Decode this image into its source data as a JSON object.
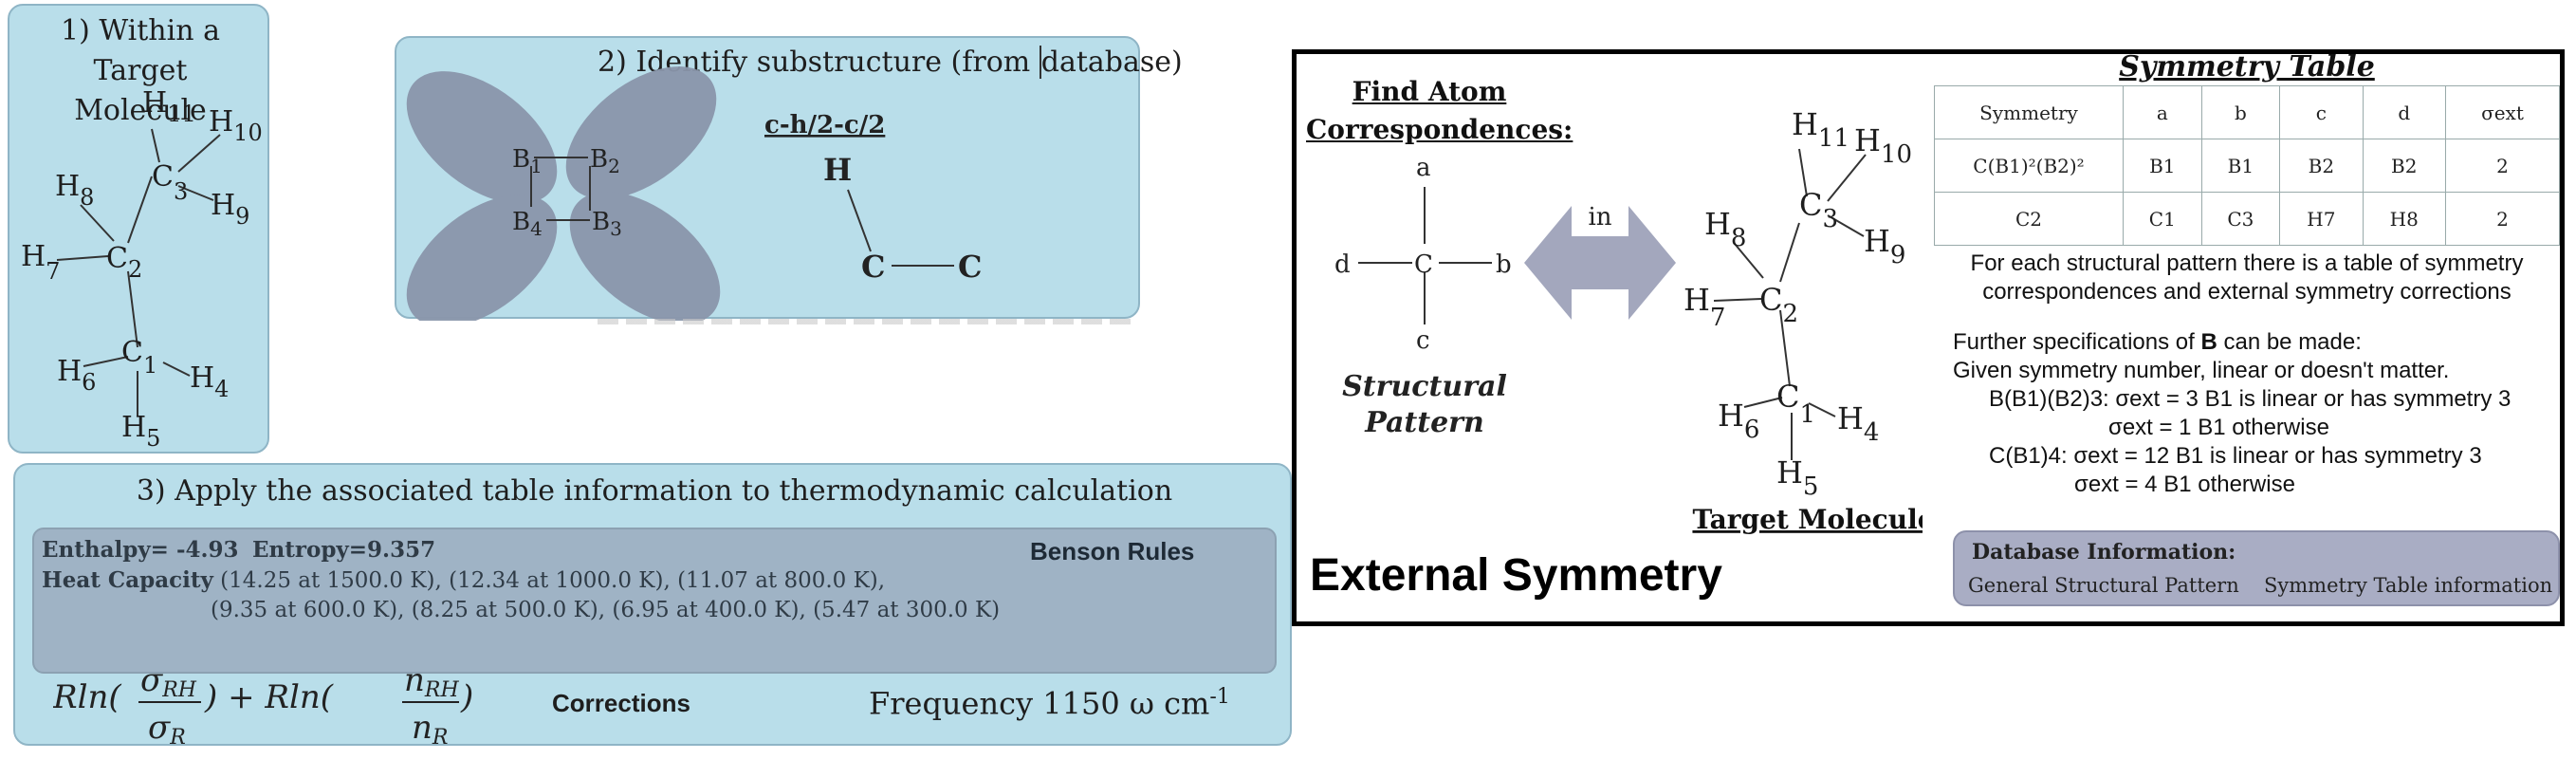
{
  "panel1": {
    "title_line1": "1) Within a Target",
    "title_line2": "Molecule",
    "atoms": {
      "c3": "C",
      "c3n": "3",
      "c2": "C",
      "c2n": "2",
      "c1": "C",
      "c1n": "1",
      "h11": "H",
      "h11n": "11",
      "h10": "H",
      "h10n": "10",
      "h9": "H",
      "h9n": "9",
      "h8": "H",
      "h8n": "8",
      "h7": "H",
      "h7n": "7",
      "h6": "H",
      "h6n": "6",
      "h5": "H",
      "h5n": "5",
      "h4": "H",
      "h4n": "4"
    }
  },
  "panel2": {
    "title_prefix": "2) Identify substructure (from ",
    "title_suffix": "database)",
    "b1": "B",
    "b1n": "1",
    "b2": "B",
    "b2n": "2",
    "b3": "B",
    "b3n": "3",
    "b4": "B",
    "b4n": "4",
    "label": "c-h/2-c/2",
    "h": "H",
    "c_a": "C",
    "c_b": "C"
  },
  "panel3": {
    "title": "3) Apply the associated table information to thermodynamic calculation",
    "enthalpy": "Enthalpy= -4.93",
    "entropy": "Entropy=9.357",
    "benson": "Benson Rules",
    "heat_label": "Heat Capacity",
    "heat_row1": "(14.25 at 1500.0 K),  (12.34 at 1000.0 K), (11.07 at 800.0 K),",
    "heat_row2": "(9.35 at 600.0 K),      (8.25 at 500.0 K),      (6.95 at 400.0 K),      (5.47 at 300.0 K)",
    "rln1": "Rln(",
    "sigma_rh": "σ",
    "sigma_rh_sub": "RH",
    "sigma_r": "σ",
    "sigma_r_sub": "R",
    "plus": ") + Rln(",
    "n_rh": "n",
    "n_rh_sub": "RH",
    "n_r": "n",
    "n_r_sub": "R",
    "close": ")",
    "corrections": "Corrections",
    "frequency": "Frequency 1150 ω cm",
    "frequency_exp": "-1"
  },
  "right": {
    "find_line1": "Find Atom",
    "find_line2": "Correspondences:",
    "pattern": {
      "a": "a",
      "b": "b",
      "c": "c",
      "d": "d",
      "center": "C"
    },
    "pattern_label_line1": "Structural",
    "pattern_label_line2": "Pattern",
    "in": "in",
    "target_label": "Target Molecule",
    "atoms": {
      "c3": "C",
      "c3n": "3",
      "c2": "C",
      "c2n": "2",
      "c1": "C",
      "c1n": "1",
      "h11": "H",
      "h11n": "11",
      "h10": "H",
      "h10n": "10",
      "h9": "H",
      "h9n": "9",
      "h8": "H",
      "h8n": "8",
      "h7": "H",
      "h7n": "7",
      "h6": "H",
      "h6n": "6",
      "h5": "H",
      "h5n": "5",
      "h4": "H",
      "h4n": "4"
    },
    "external_symmetry": "External Symmetry",
    "table_title": "Symmetry Table",
    "table": {
      "header": [
        "Symmetry",
        "a",
        "b",
        "c",
        "d",
        "σext"
      ],
      "rows": [
        [
          "C(B1)²(B2)²",
          "B1",
          "B1",
          "B2",
          "B2",
          "2"
        ],
        [
          "C2",
          "C1",
          "C3",
          "H7",
          "H8",
          "2"
        ]
      ]
    },
    "note1": "For each structural pattern there is a table of symmetry",
    "note2": "correspondences and external symmetry corrections",
    "spec1_prefix": "Further specifications of ",
    "spec1_bold": "B",
    "spec1_suffix": " can be made:",
    "spec2": "Given symmetry number,  linear or doesn't matter.",
    "spec3": "B(B1)(B2)3: σext = 3 B1 is linear or has symmetry 3",
    "spec4": "σext = 1 B1 otherwise",
    "spec5": "C(B1)4:  σext = 12  B1 is linear or has symmetry 3",
    "spec6": "σext = 4    B1 otherwise",
    "db_title": "Database Information:",
    "db_item1": "General Structural Pattern",
    "db_item2": "Symmetry Table information"
  }
}
